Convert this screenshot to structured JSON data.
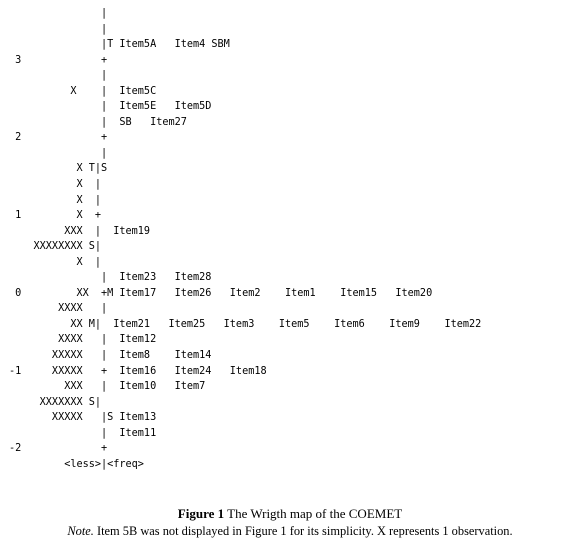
{
  "wright_map": {
    "lines": [
      "               |",
      "               |",
      "               |T Item5A   Item4 SBM",
      " 3             +",
      "               |",
      "          X    |  Item5C",
      "               |  Item5E   Item5D",
      "               |  SB   Item27",
      " 2             +",
      "               |",
      "           X T|S",
      "           X  |",
      "           X  |",
      " 1         X  +",
      "         XXX  |  Item19",
      "    XXXXXXXX S|",
      "           X  |",
      "               |  Item23   Item28",
      " 0         XX  +M Item17   Item26   Item2    Item1    Item15   Item20",
      "        XXXX   |",
      "          XX M|  Item21   Item25   Item3    Item5    Item6    Item9    Item22",
      "        XXXX   |  Item12",
      "       XXXXX   |  Item8    Item14",
      "-1     XXXXX   +  Item16   Item24   Item18",
      "         XXX   |  Item10   Item7",
      "     XXXXXXX S|",
      "       XXXXX   |S Item13",
      "               |  Item11",
      "-2             +",
      "         <less>|<freq>"
    ]
  },
  "caption": {
    "figure_number": "Figure 1",
    "title": " The Wrigth map of the COEMET"
  },
  "note": {
    "label": "Note.",
    "text": " Item 5B was not displayed in Figure 1 for its simplicity. X represents 1 observation."
  }
}
